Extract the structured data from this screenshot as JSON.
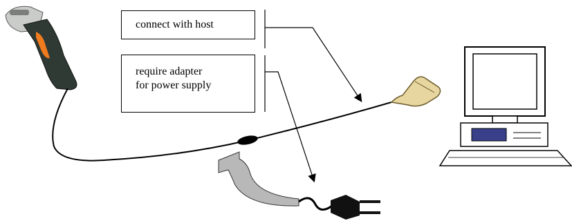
{
  "callouts": {
    "host": {
      "label": "connect with host"
    },
    "adapter": {
      "line1": "require adapter",
      "line2": "for power supply"
    }
  },
  "components": [
    "barcode-scanner",
    "data-cable",
    "cable-ferrite-bead",
    "host-connector",
    "desktop-computer",
    "power-adapter-arrow",
    "power-plug"
  ],
  "colors": {
    "line": "#000000",
    "scanner_body": "#2e3a33",
    "scanner_trigger": "#f07a1e",
    "scanner_head": "#c9ccc8",
    "connector": "#e8d6a0",
    "arrow_fill": "#b8b8b8",
    "monitor_screen": "#ffffff",
    "drive_panel": "#3a3f8a"
  }
}
